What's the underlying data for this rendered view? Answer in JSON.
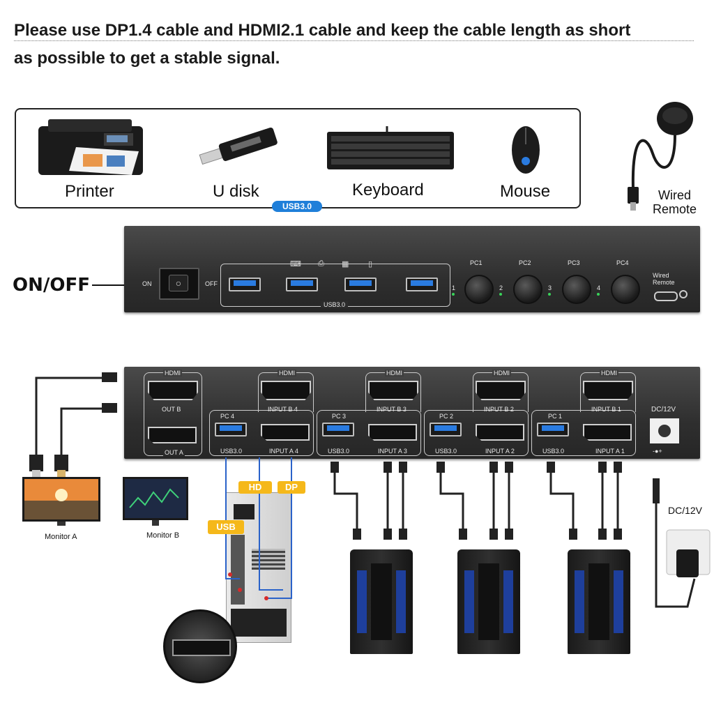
{
  "headline": {
    "line1": "Please use DP1.4 cable and HDMI2.1 cable and keep the cable length as short",
    "line2": "as possible to get a stable signal."
  },
  "peripherals": {
    "items": [
      {
        "label": "Printer",
        "icon": "printer-icon"
      },
      {
        "label": "U disk",
        "icon": "usb-drive-icon"
      },
      {
        "label": "Keyboard",
        "icon": "keyboard-icon"
      },
      {
        "label": "Mouse",
        "icon": "mouse-icon"
      }
    ],
    "usb_badge": "USB3.0"
  },
  "wired_remote": {
    "label_line1": "Wired",
    "label_line2": "Remote"
  },
  "front_panel": {
    "power_callout": "ON/OFF",
    "on": "ON",
    "off": "OFF",
    "usb_group_label": "USB3.0",
    "pc_buttons": [
      {
        "label": "PC1",
        "number": "1"
      },
      {
        "label": "PC2",
        "number": "2"
      },
      {
        "label": "PC3",
        "number": "3"
      },
      {
        "label": "PC4",
        "number": "4"
      }
    ],
    "remote_port_line1": "Wired",
    "remote_port_line2": "Remote"
  },
  "rear_panel": {
    "out": {
      "hdmi": "HDMI",
      "out_b": "OUT B",
      "out_a": "OUT A"
    },
    "inputs": [
      {
        "pc": "PC 4",
        "hdmi": "HDMI",
        "input_b": "INPUT B 4",
        "usb": "USB3.0",
        "input_a": "INPUT A 4"
      },
      {
        "pc": "PC 3",
        "hdmi": "HDMI",
        "input_b": "INPUT B 3",
        "usb": "USB3.0",
        "input_a": "INPUT A 3"
      },
      {
        "pc": "PC 2",
        "hdmi": "HDMI",
        "input_b": "INPUT B 2",
        "usb": "USB3.0",
        "input_a": "INPUT A 2"
      },
      {
        "pc": "PC 1",
        "hdmi": "HDMI",
        "input_b": "INPUT B 1",
        "usb": "USB3.0",
        "input_a": "INPUT A 1"
      }
    ],
    "dc_label": "DC/12V",
    "dc_polarity": "-●+"
  },
  "monitors": [
    {
      "label": "Monitor A"
    },
    {
      "label": "Monitor B"
    }
  ],
  "cable_tags": {
    "hd": "HD",
    "dp": "DP",
    "usb": "USB"
  },
  "power_adapter": {
    "label": "DC/12V"
  },
  "colors": {
    "accent_blue": "#1f7fd9",
    "tag_orange": "#f5b81a",
    "panel_dark": "#2f2f2f",
    "led_green": "#39d35a",
    "cable_blue": "#2a62c9",
    "cable_red": "#d62b2b"
  }
}
